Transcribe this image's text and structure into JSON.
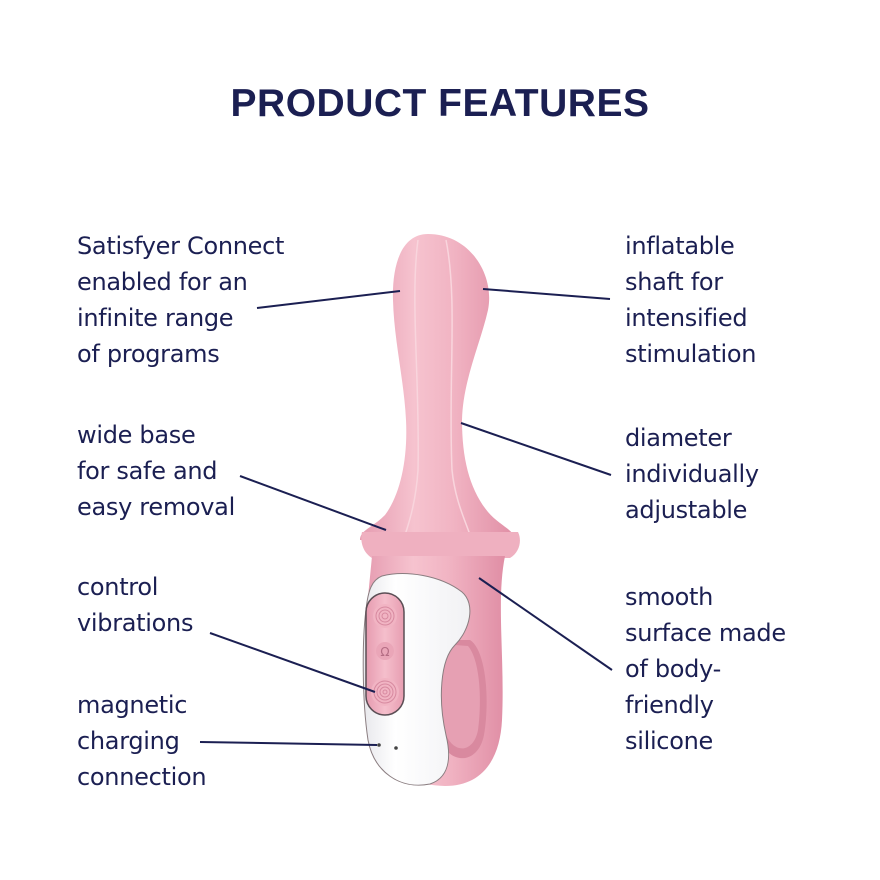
{
  "title": "PRODUCT FEATURES",
  "colors": {
    "text": "#1b1f52",
    "leader_line": "#1b1f52",
    "product_pink": "#efb1c0",
    "product_pink_dark": "#d88a9f",
    "product_white": "#ffffff",
    "background": "#ffffff"
  },
  "features": {
    "left": [
      {
        "lines": [
          "Satisfyer Connect",
          "enabled for an",
          "infinite range",
          "of programs"
        ]
      },
      {
        "lines": [
          "wide base",
          "for safe and",
          "easy removal"
        ]
      },
      {
        "lines": [
          "control",
          "vibrations"
        ]
      },
      {
        "lines": [
          "magnetic",
          "charging",
          "connection"
        ]
      }
    ],
    "right": [
      {
        "lines": [
          "inflatable",
          "shaft for",
          "intensified",
          "stimulation"
        ]
      },
      {
        "lines": [
          "diameter",
          "individually",
          "adjustable"
        ]
      },
      {
        "lines": [
          "smooth",
          "surface made",
          "of body-",
          "friendly",
          "silicone"
        ]
      }
    ]
  }
}
